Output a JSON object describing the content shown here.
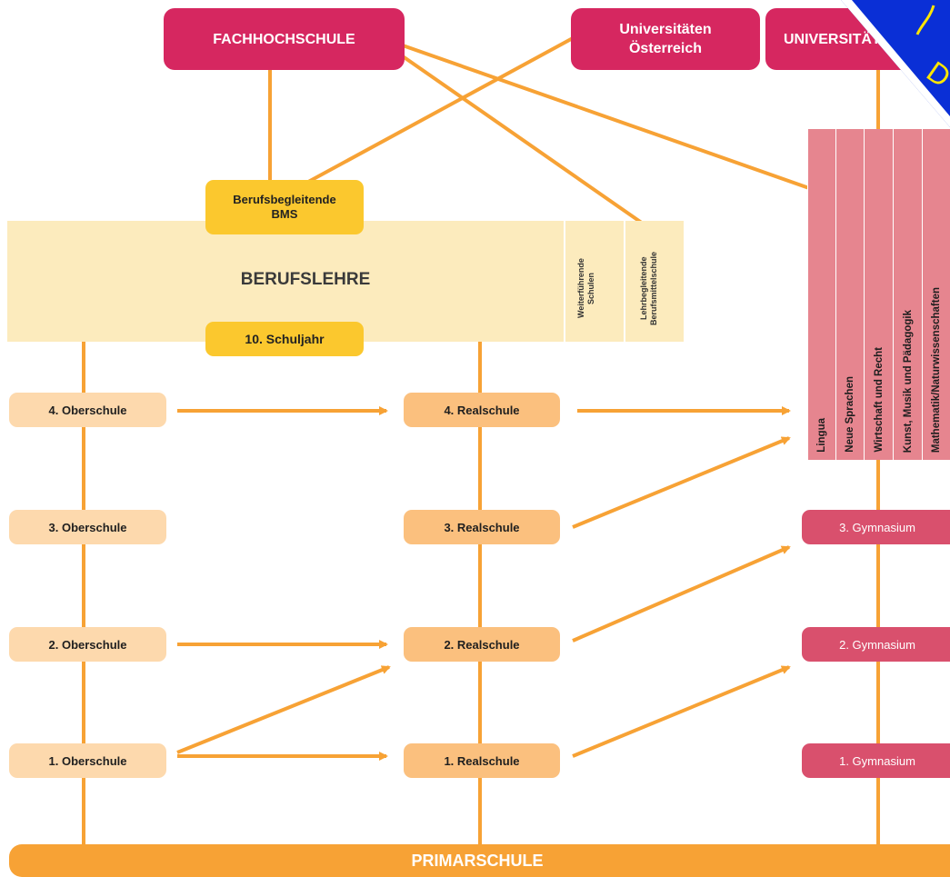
{
  "top": {
    "fachhochschule": "FACHHOCHSCHULE",
    "universitaeten_line1": "Universitäten",
    "universitaeten_line2": "Österreich",
    "universitaet": "UNIVERSITÄT"
  },
  "yellow": {
    "bms_line1": "Berufsbegleitende",
    "bms_line2": "BMS",
    "schuljahr": "10. Schuljahr"
  },
  "band": {
    "berufslehre": "BERUFSLEHRE",
    "weiterfuehrende_line1": "Weiterführende",
    "weiterfuehrende_line2": "Schulen",
    "lehrbegleitende_line1": "Lehrbegleitende",
    "lehrbegleitende_line2": "Berufsmittelschule"
  },
  "gymnasium_columns": [
    "Lingua",
    "Neue Sprachen",
    "Wirtschaft und Recht",
    "Kunst, Musik und Pädagogik",
    "Mathematik/Naturwissenschaften"
  ],
  "oberschule": [
    "4. Oberschule",
    "3. Oberschule",
    "2. Oberschule",
    "1. Oberschule"
  ],
  "realschule": [
    "4. Realschule",
    "3. Realschule",
    "2. Realschule",
    "1. Realschule"
  ],
  "gymnasium": [
    "3. Gymnasium",
    "2. Gymnasium",
    "1. Gymnasium"
  ],
  "primarschule": "PRIMARSCHULE",
  "badge": {
    "symbol": "D"
  },
  "colors": {
    "university": "#d62760",
    "yellow": "#fbc82e",
    "band": "#fcebbd",
    "oberschule": "#fdd9ad",
    "realschule": "#fbc07e",
    "gymnasium": "#d9506d",
    "columns": "#e6858f",
    "lines": "#f7a235",
    "primarschule": "#f7a235",
    "badge_blue": "#0a2fd6",
    "badge_yellow": "#ffe600"
  }
}
